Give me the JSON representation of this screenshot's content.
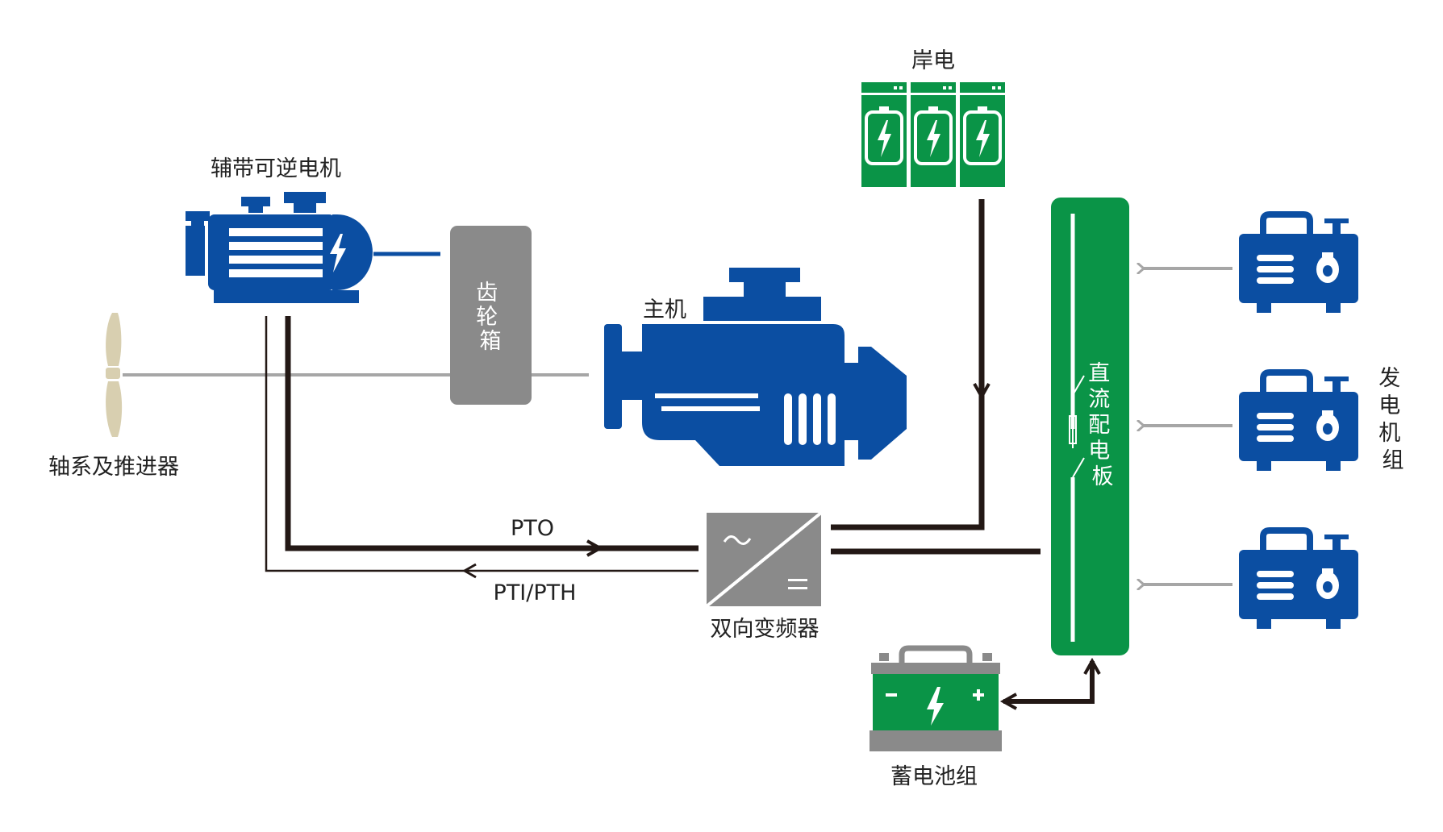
{
  "labels": {
    "shore_power": "岸电",
    "motor": "辅带可逆电机",
    "gearbox": "齿轮箱",
    "main_engine": "主机",
    "propeller": "轴系及推进器",
    "pto": "PTO",
    "pti_pth": "PTI/PTH",
    "inverter": "双向变频器",
    "dc_board": "直流配电板",
    "generators": "发电机组",
    "battery": "蓄电池组"
  },
  "colors": {
    "blue": "#0b4ea2",
    "green": "#0a9447",
    "gray": "#8a8a8a",
    "line": "#231815",
    "arrow_gray": "#a6a6a6",
    "propeller": "#d8cfb0"
  }
}
